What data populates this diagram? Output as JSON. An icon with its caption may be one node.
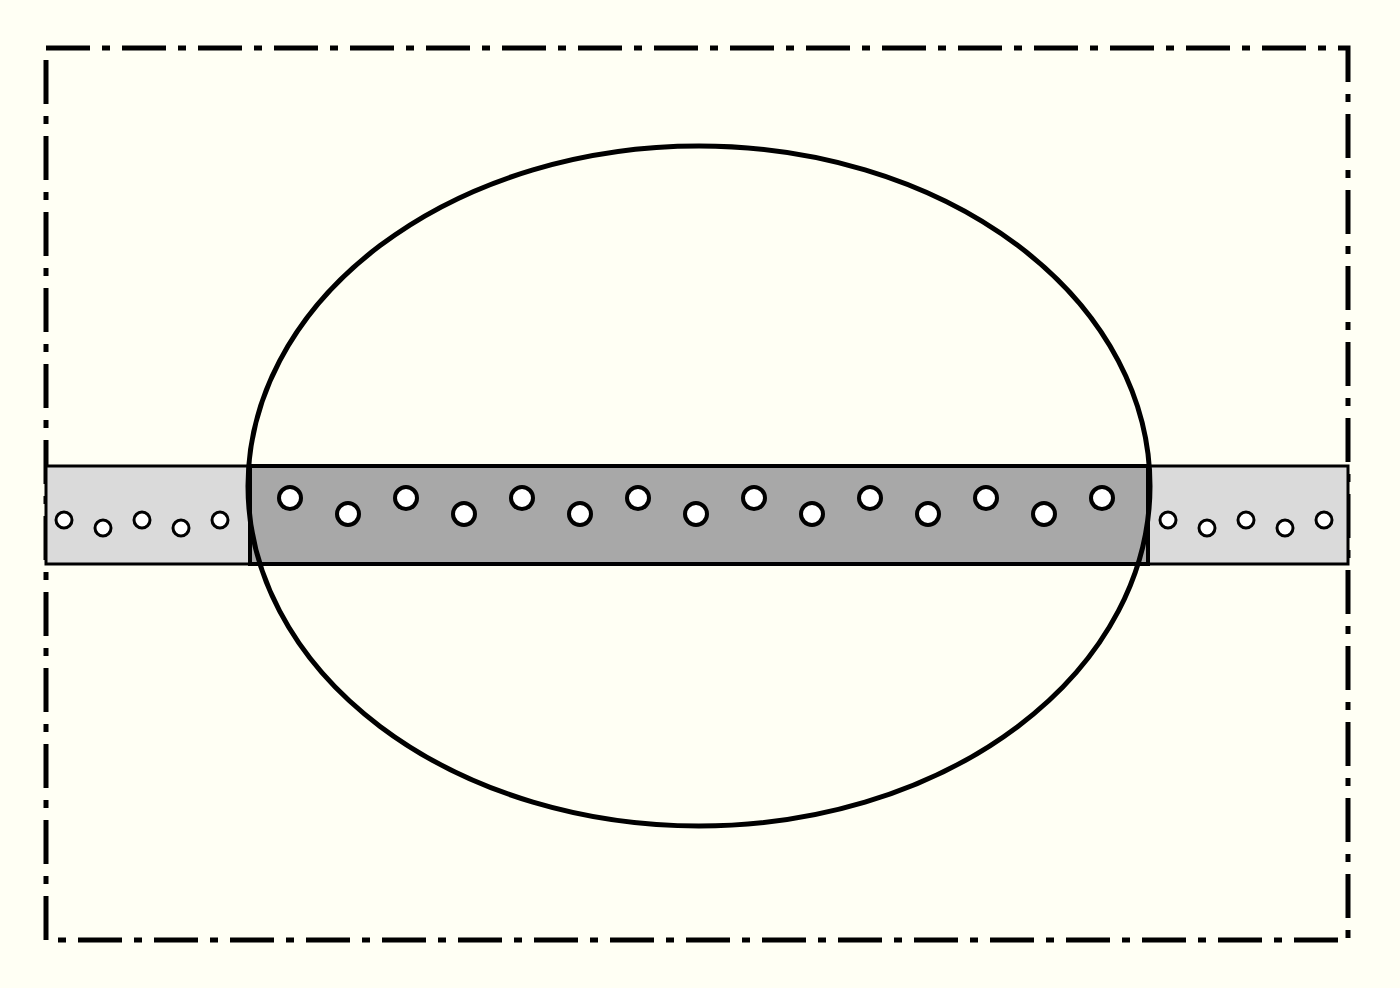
{
  "diagram": {
    "nodes": [
      {
        "text": [],
        "shape": "box"
      },
      {
        "text": [],
        "shape": "ellipse",
        "in": 0
      },
      {
        "text": [],
        "shape": "bar",
        "in": 0
      }
    ]
  }
}
